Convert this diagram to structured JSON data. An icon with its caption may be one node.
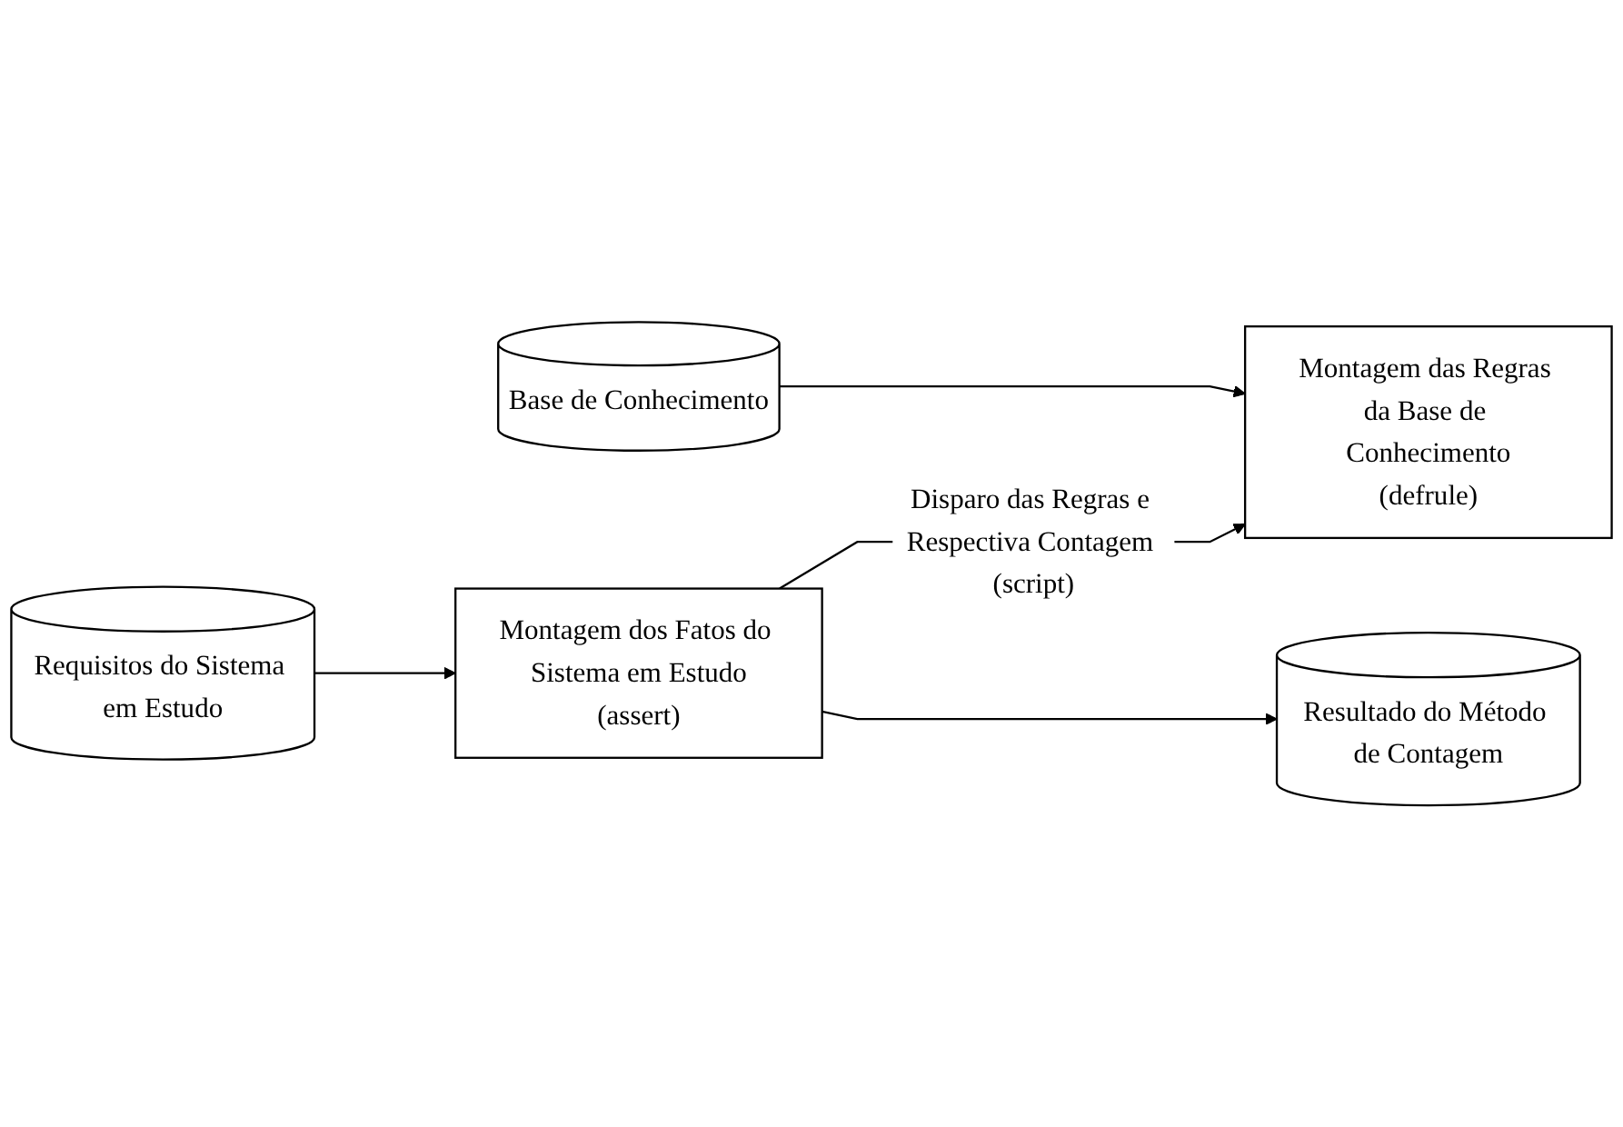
{
  "diagram": {
    "nodes": [
      {
        "text": [
          "Base de Conhecimento"
        ]
      },
      {
        "text": [
          "Montagem das Regras da Base de Conhecimento",
          "(defrule)"
        ]
      },
      {
        "text": [
          "Requisitos do Sistema em Estudo"
        ]
      },
      {
        "text": [
          "Montagem dos Fatos do Sistema em Estudo",
          "(assert)"
        ]
      },
      {
        "text": [
          "Resultado do Método de Contagem"
        ]
      }
    ],
    "edges": [
      {
        "from": 0,
        "to": 1,
        "arrow": "to"
      },
      {
        "from": 2,
        "to": 3,
        "arrow": "to"
      },
      {
        "from": 3,
        "to": 1,
        "arrow": "to",
        "label": "Disparo das Regras e Respectiva Contagem (script)"
      },
      {
        "from": 3,
        "to": 4,
        "arrow": "to"
      }
    ]
  }
}
